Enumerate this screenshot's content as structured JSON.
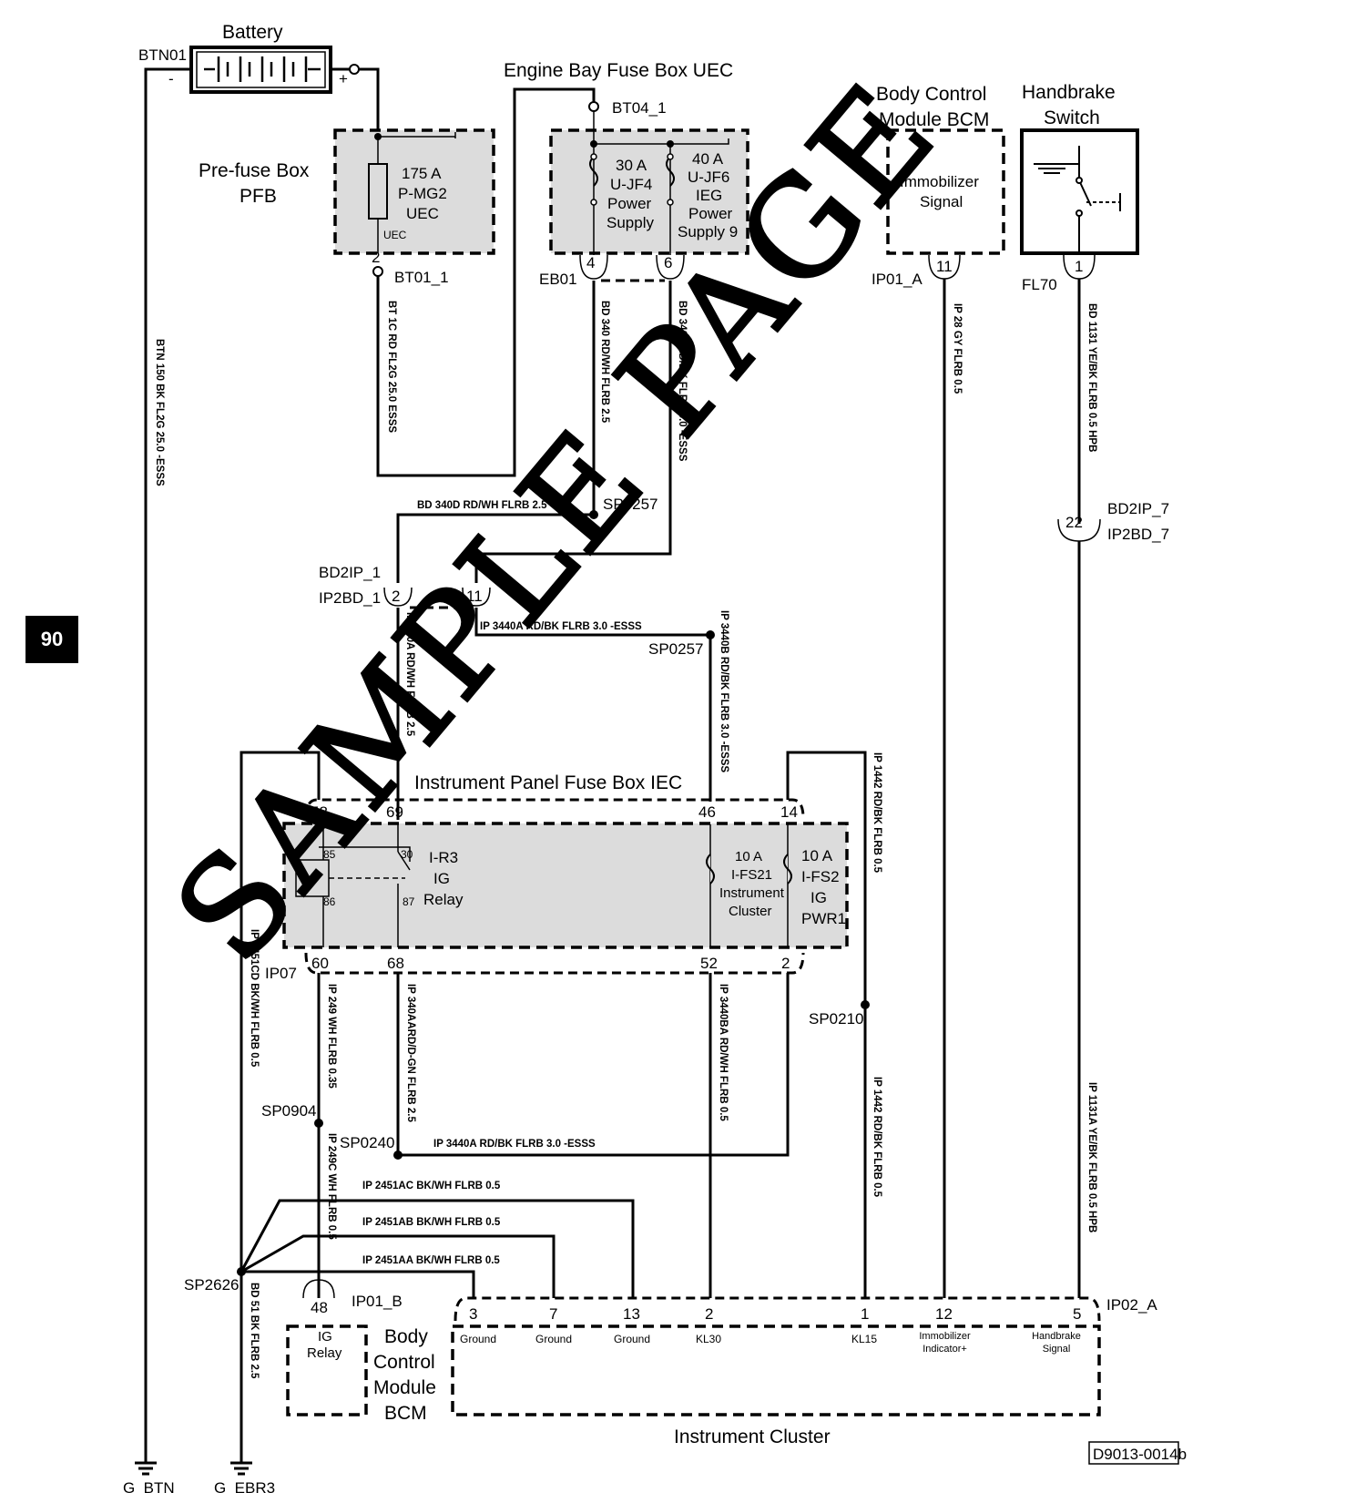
{
  "page_number": "90",
  "diagram_code": "D9013-0014b",
  "watermark": "SAMPLE PAGE",
  "components": {
    "battery": {
      "title": "Battery",
      "connector": "BTN01",
      "neg": "-",
      "pos": "+"
    },
    "pre_fuse_box": {
      "title_line1": "Pre-fuse Box",
      "title_line2": "PFB",
      "fuse_line1": "175 A",
      "fuse_line2": "P-MG2",
      "fuse_line3": "UEC",
      "tag": "UEC",
      "pin": "2",
      "connector": "BT01_1"
    },
    "engine_bay_fuse_box": {
      "title": "Engine Bay Fuse Box  UEC",
      "connector_top": "BT04_1",
      "connector_bottom": "EB01",
      "fuse1": [
        "30 A",
        "U-JF4",
        "Power",
        "Supply"
      ],
      "fuse2": [
        "40 A",
        "U-JF6",
        "IEG",
        "Power",
        "Supply 9"
      ],
      "pin1": "4",
      "pin2": "6"
    },
    "bcm_top": {
      "title_line1": "Body Control",
      "title_line2": "Module BCM",
      "signal_line1": "Immobilizer",
      "signal_line2": "Signal",
      "pin": "11",
      "connector": "IP01_A"
    },
    "handbrake": {
      "title_line1": "Handbrake",
      "title_line2": "Switch",
      "pin": "1",
      "connector": "FL70"
    },
    "ip_fuse_box": {
      "title": "Instrument Panel Fuse Box  IEC",
      "connector": "IP07",
      "top_pins": [
        "58",
        "69",
        "46",
        "14"
      ],
      "bottom_pins": [
        "60",
        "68",
        "52",
        "2"
      ],
      "relay": [
        "I-R3",
        "IG",
        "Relay"
      ],
      "relay_pins": [
        "85",
        "30",
        "86",
        "87"
      ],
      "fuse21": [
        "10 A",
        "I-FS21",
        "Instrument",
        "Cluster"
      ],
      "fuse2": [
        "10 A",
        "I-FS2",
        "IG",
        "PWR1"
      ]
    },
    "bcm_bottom": {
      "title": [
        "Body",
        "Control",
        "Module",
        "BCM"
      ],
      "box_label": [
        "IG",
        "Relay"
      ],
      "pin": "48",
      "connector": "IP01_B"
    },
    "instrument_cluster": {
      "title": "Instrument Cluster",
      "connector": "IP02_A",
      "pins": [
        {
          "num": "3",
          "label": "Ground"
        },
        {
          "num": "7",
          "label": "Ground"
        },
        {
          "num": "13",
          "label": "Ground"
        },
        {
          "num": "2",
          "label": "KL30"
        },
        {
          "num": "1",
          "label": "KL15"
        },
        {
          "num": "12",
          "label": "Immobilizer Indicator+"
        },
        {
          "num": "5",
          "label": "Handbrake Signal"
        }
      ]
    }
  },
  "connectors": {
    "bd2ip_1": "BD2IP_1",
    "ip2bd_1": "IP2BD_1",
    "bd2ip_1_pins": [
      "2",
      "11"
    ],
    "bd2ip_7": "BD2IP_7",
    "ip2bd_7": "IP2BD_7",
    "bd2ip_7_pin": "22"
  },
  "splices": [
    "SP0257",
    "SP0257",
    "SP0210",
    "SP0904",
    "SP0240",
    "SP2626"
  ],
  "grounds": [
    "G_BTN",
    "G_EBR3"
  ],
  "wires": {
    "btn150": "BTN 150 BK FL2G 25.0 -ESSS",
    "bt1c": "BT 1C RD FL2G 25.0 ESSS",
    "bd340": "BD 340 RD/WH FLRB 2.5",
    "bd340f": "BD 340F RD/BK FLRB 3.0 -ESSS",
    "ip28": "IP 28 GY FLRB 0.5",
    "bd1131": "BD 1131 YE/BK FLRB 0.5 HPB",
    "bd340d": "BD 340D RD/WH FLRB 2.5",
    "ip3440a_top": "IP 3440A RD/BK FLRB 3.0 -ESSS",
    "ip340a": "IP 340A RD/WH FLRB 2.5",
    "ip3440b": "IP 3440B RD/BK FLRB 3.0 -ESSS",
    "ip1442_top": "IP 1442 RD/BK FLRB 0.5",
    "ip2451cd": "IP 2451CD BK/WH FLRB 0.5",
    "ip249": "IP 249 WH FLRB 0.35",
    "ip340aa": "IP 340AARD/D-GN FLRB 2.5",
    "ip3440ba": "IP 3440BA RD/WH FLRB 0.5",
    "ip1442_bot": "IP 1442 RD/BK FLRB 0.5",
    "ip1131a": "IP 1131A YE/BK FLRB 0.5 HPB",
    "ip249c": "IP 249C WH FLRB 0.5",
    "ip3440a_bot": "IP 3440A RD/BK FLRB 3.0 -ESSS",
    "ip2451ac": "IP 2451AC BK/WH FLRB 0.5",
    "ip2451ab": "IP 2451AB BK/WH FLRB 0.5",
    "ip2451aa": "IP 2451AA BK/WH FLRB 0.5",
    "bd51": "BD 51 BK FLRB 2.5"
  }
}
